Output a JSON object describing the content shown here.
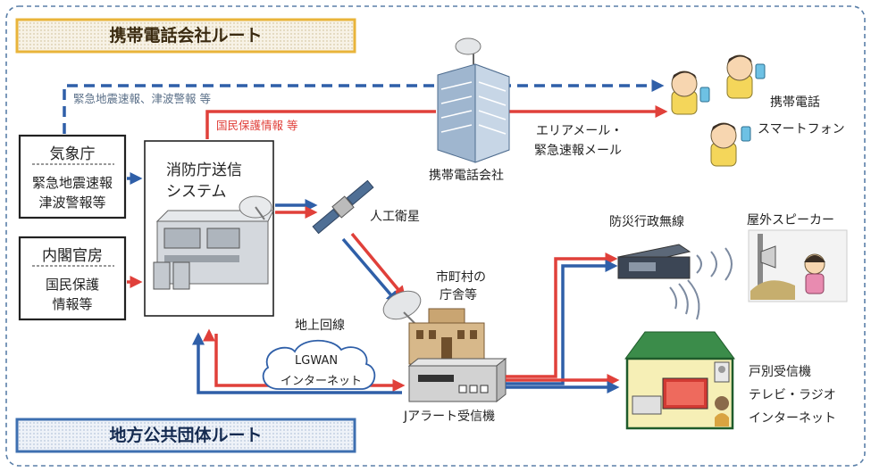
{
  "routes": {
    "mobile_carrier": "携帯電話会社ルート",
    "local_government": "地方公共団体ルート"
  },
  "sources": {
    "jma": {
      "name": "気象庁",
      "detail_1": "緊急地震速報",
      "detail_2": "津波警報等"
    },
    "cabinet": {
      "name": "内閣官房",
      "detail_1": "国民保護",
      "detail_2": "情報等"
    }
  },
  "fdma_system": {
    "line_1": "消防庁送信",
    "line_2": "システム"
  },
  "arrows": {
    "eew_label": "緊急地震速報、津波警報 等",
    "civil_label": "国民保護情報 等",
    "area_mail_1": "エリアメール・",
    "area_mail_2": "緊急速報メール"
  },
  "nodes": {
    "carrier": "携帯電話会社",
    "phone_1": "携帯電話",
    "phone_2": "スマートフォン",
    "satellite": "人工衛星",
    "municipality_1": "市町村の",
    "municipality_2": "庁舎等",
    "ground_line": "地上回線",
    "lgwan_1": "LGWAN",
    "lgwan_2": "インターネット",
    "j_alert": "Jアラート受信機",
    "radio": "防災行政無線",
    "speaker": "屋外スピーカー",
    "house_1": "戸別受信機",
    "house_2": "テレビ・ラジオ",
    "house_3": "インターネット"
  },
  "colors": {
    "blue_arrow": "#2f5fa8",
    "red_arrow": "#e0403a",
    "route_top_border": "#e9b43a",
    "route_bottom_border": "#3d6fb0",
    "outer_dashed": "#5a7fa8"
  }
}
